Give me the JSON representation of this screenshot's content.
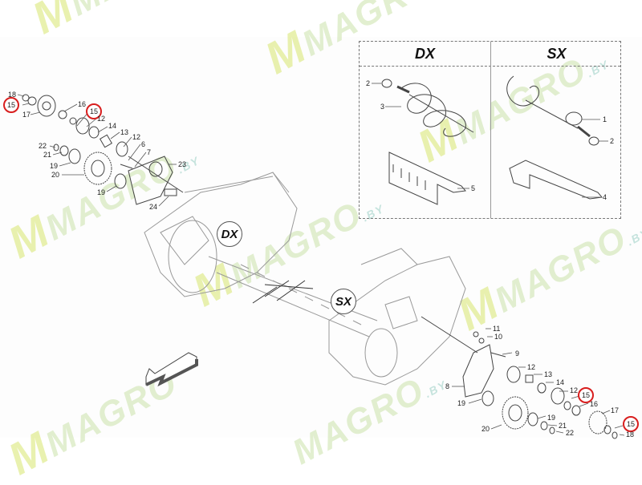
{
  "watermark": {
    "brand": "MAGRO",
    "suffix": ".BY"
  },
  "panel": {
    "left_header": "DX",
    "right_header": "SX",
    "left_labels": [
      "2",
      "3",
      "5"
    ],
    "right_labels": [
      "1",
      "2",
      "4"
    ]
  },
  "badges": {
    "dx": "DX",
    "sx": "SX"
  },
  "left_assembly": {
    "labels": [
      {
        "id": "18",
        "text": "18"
      },
      {
        "id": "15a",
        "text": "15",
        "highlighted": true
      },
      {
        "id": "17",
        "text": "17"
      },
      {
        "id": "16",
        "text": "16"
      },
      {
        "id": "15b",
        "text": "15",
        "highlighted": true
      },
      {
        "id": "12a",
        "text": "12"
      },
      {
        "id": "14",
        "text": "14"
      },
      {
        "id": "13",
        "text": "13"
      },
      {
        "id": "12b",
        "text": "12"
      },
      {
        "id": "6",
        "text": "6"
      },
      {
        "id": "7",
        "text": "7"
      },
      {
        "id": "22",
        "text": "22"
      },
      {
        "id": "21",
        "text": "21"
      },
      {
        "id": "19a",
        "text": "19"
      },
      {
        "id": "20",
        "text": "20"
      },
      {
        "id": "23",
        "text": "23"
      },
      {
        "id": "19b",
        "text": "19"
      },
      {
        "id": "24",
        "text": "24"
      }
    ]
  },
  "right_assembly": {
    "labels": [
      {
        "id": "11",
        "text": "11"
      },
      {
        "id": "10",
        "text": "10"
      },
      {
        "id": "9",
        "text": "9"
      },
      {
        "id": "8",
        "text": "8"
      },
      {
        "id": "12a",
        "text": "12"
      },
      {
        "id": "13",
        "text": "13"
      },
      {
        "id": "14",
        "text": "14"
      },
      {
        "id": "12b",
        "text": "12"
      },
      {
        "id": "15a",
        "text": "15",
        "highlighted": true
      },
      {
        "id": "16",
        "text": "16"
      },
      {
        "id": "17",
        "text": "17"
      },
      {
        "id": "15b",
        "text": "15",
        "highlighted": true
      },
      {
        "id": "18",
        "text": "18"
      },
      {
        "id": "19a",
        "text": "19"
      },
      {
        "id": "19b",
        "text": "19"
      },
      {
        "id": "20",
        "text": "20"
      },
      {
        "id": "21",
        "text": "21"
      },
      {
        "id": "22",
        "text": "22"
      }
    ]
  },
  "colors": {
    "highlight": "#d81e1e",
    "line": "#777777",
    "arrow": "#555555"
  }
}
